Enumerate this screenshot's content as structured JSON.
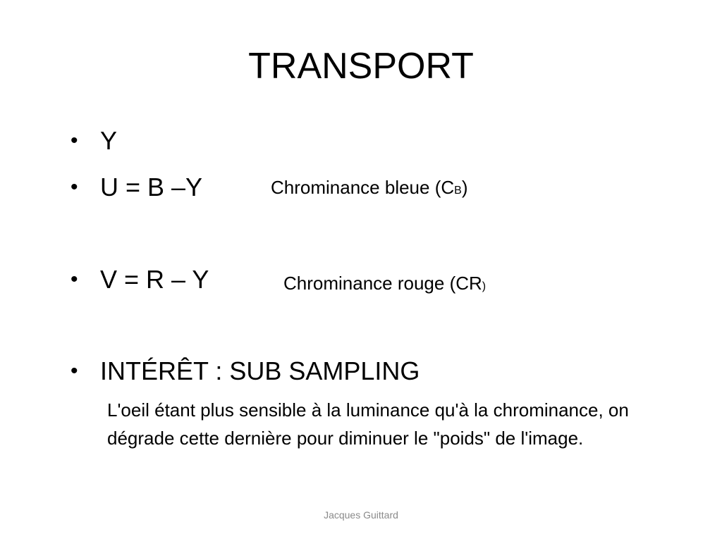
{
  "title": "TRANSPORT",
  "bullets": [
    {
      "text": "Y"
    },
    {
      "text": "U = B –Y",
      "annotation": {
        "prefix": "Chrominance bleue (C",
        "sub": "B",
        "suffix": ")"
      }
    },
    {
      "text": "V = R – Y",
      "annotation": {
        "prefix": "Chrominance rouge (CR",
        "sub": ")",
        "suffix": ""
      }
    },
    {
      "text": "INTÉRÊT : SUB SAMPLING"
    }
  ],
  "explanation": "L'oeil étant plus sensible à la luminance qu'à la chrominance, on dégrade cette dernière pour diminuer le \"poids\" de l'image.",
  "footer": "Jacques Guittard",
  "bullet_symbol": "•"
}
